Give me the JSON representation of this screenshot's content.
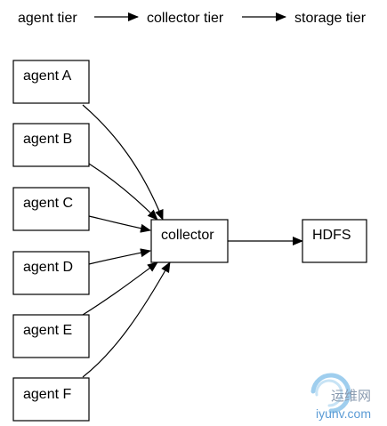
{
  "tiers": {
    "items": [
      "agent tier",
      "collector tier",
      "storage tier"
    ]
  },
  "diagram": {
    "agents": [
      "agent A",
      "agent B",
      "agent C",
      "agent D",
      "agent E",
      "agent F"
    ],
    "collector": "collector",
    "storage": "HDFS"
  },
  "watermark": {
    "site_cn": "运维网",
    "site_url": "iyunv.com"
  },
  "colors": {
    "stroke": "#000000",
    "box_fill": "#ffffff",
    "watermark_text": "#8a9bb0",
    "watermark_url": "#5b9bd5"
  }
}
